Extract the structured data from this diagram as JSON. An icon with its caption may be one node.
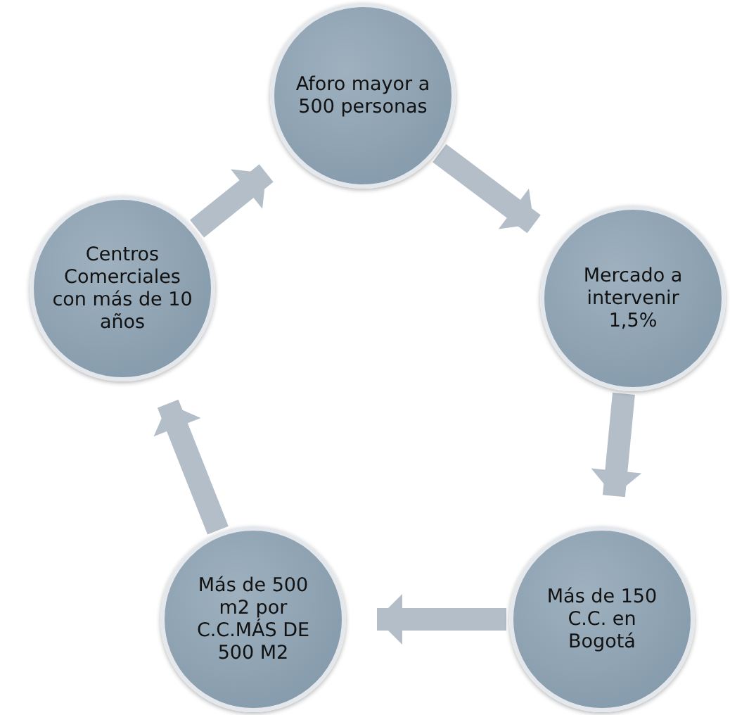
{
  "diagram": {
    "nodes": [
      {
        "text": [
          "Aforo mayor a 500 personas"
        ]
      },
      {
        "text": [
          "Mercado a intervenir 1,5%"
        ]
      },
      {
        "text": [
          "Más de 150 C.C. en Bogotá"
        ]
      },
      {
        "text": [
          "Más de 500 m2 por C.C.MÁS DE 500 M2"
        ]
      },
      {
        "text": [
          "Centros Comerciales con más de 10 años"
        ]
      }
    ],
    "edges": [
      {
        "from": 0,
        "to": 1,
        "arrow": "to"
      },
      {
        "from": 1,
        "to": 2,
        "arrow": "to"
      },
      {
        "from": 2,
        "to": 3,
        "arrow": "to"
      },
      {
        "from": 3,
        "to": 4,
        "arrow": "to"
      },
      {
        "from": 4,
        "to": 0,
        "arrow": "to"
      }
    ]
  }
}
